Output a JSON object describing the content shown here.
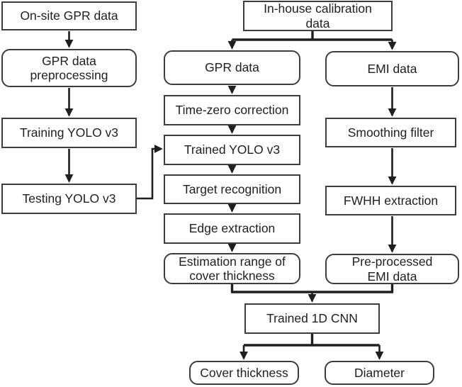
{
  "diagram_title": "GPR/EMI rebar inspection deep-learning workflow flowchart",
  "colors": {
    "background": "#ffffff",
    "box_border": "#3d3d3d",
    "box_fill": "#ffffff",
    "text": "#1f1f1f",
    "connector": "#1f1f1f"
  },
  "nodes": {
    "onsite_gpr": {
      "label": "On-site GPR data",
      "shape": "rect"
    },
    "gpr_preprocessing": {
      "label": "GPR data\npreprocessing",
      "shape": "rounded"
    },
    "training_yolo": {
      "label": "Training YOLO v3",
      "shape": "rect"
    },
    "testing_yolo": {
      "label": "Testing YOLO v3",
      "shape": "rect"
    },
    "inhouse_calibration": {
      "label": "In-house calibration\ndata",
      "shape": "rect"
    },
    "gpr_data": {
      "label": "GPR data",
      "shape": "rounded"
    },
    "time_zero": {
      "label": "Time-zero correction",
      "shape": "rect"
    },
    "trained_yolo": {
      "label": "Trained YOLO v3",
      "shape": "rect"
    },
    "target_recognition": {
      "label": "Target recognition",
      "shape": "rect"
    },
    "edge_extraction": {
      "label": "Edge extraction",
      "shape": "rect"
    },
    "estimation_range": {
      "label": "Estimation range of\ncover thickness",
      "shape": "rounded"
    },
    "emi_data": {
      "label": "EMI data",
      "shape": "rounded"
    },
    "smoothing_filter": {
      "label": "Smoothing filter",
      "shape": "rect"
    },
    "fwhh_extraction": {
      "label": "FWHH extraction",
      "shape": "rect"
    },
    "preprocessed_emi": {
      "label": "Pre-processed\nEMI data",
      "shape": "rounded"
    },
    "trained_cnn": {
      "label": "Trained 1D CNN",
      "shape": "rect"
    },
    "cover_thickness": {
      "label": "Cover thickness",
      "shape": "rounded"
    },
    "diameter": {
      "label": "Diameter",
      "shape": "rounded"
    }
  },
  "edges": [
    {
      "from": "On-site GPR data",
      "to": "GPR data preprocessing"
    },
    {
      "from": "GPR data preprocessing",
      "to": "Training YOLO v3"
    },
    {
      "from": "Training YOLO v3",
      "to": "Testing YOLO v3"
    },
    {
      "from": "Testing YOLO v3",
      "to": "Trained YOLO v3"
    },
    {
      "from": "In-house calibration data",
      "to": "GPR data"
    },
    {
      "from": "In-house calibration data",
      "to": "EMI data"
    },
    {
      "from": "GPR data",
      "to": "Time-zero correction"
    },
    {
      "from": "Time-zero correction",
      "to": "Trained YOLO v3"
    },
    {
      "from": "Trained YOLO v3",
      "to": "Target recognition"
    },
    {
      "from": "Target recognition",
      "to": "Edge extraction"
    },
    {
      "from": "Edge extraction",
      "to": "Estimation range of cover thickness"
    },
    {
      "from": "EMI data",
      "to": "Smoothing filter"
    },
    {
      "from": "Smoothing filter",
      "to": "FWHH extraction"
    },
    {
      "from": "FWHH extraction",
      "to": "Pre-processed EMI data"
    },
    {
      "from": "Estimation range of cover thickness",
      "to": "Trained 1D CNN"
    },
    {
      "from": "Pre-processed EMI data",
      "to": "Trained 1D CNN"
    },
    {
      "from": "Trained 1D CNN",
      "to": "Cover thickness"
    },
    {
      "from": "Trained 1D CNN",
      "to": "Diameter"
    }
  ]
}
